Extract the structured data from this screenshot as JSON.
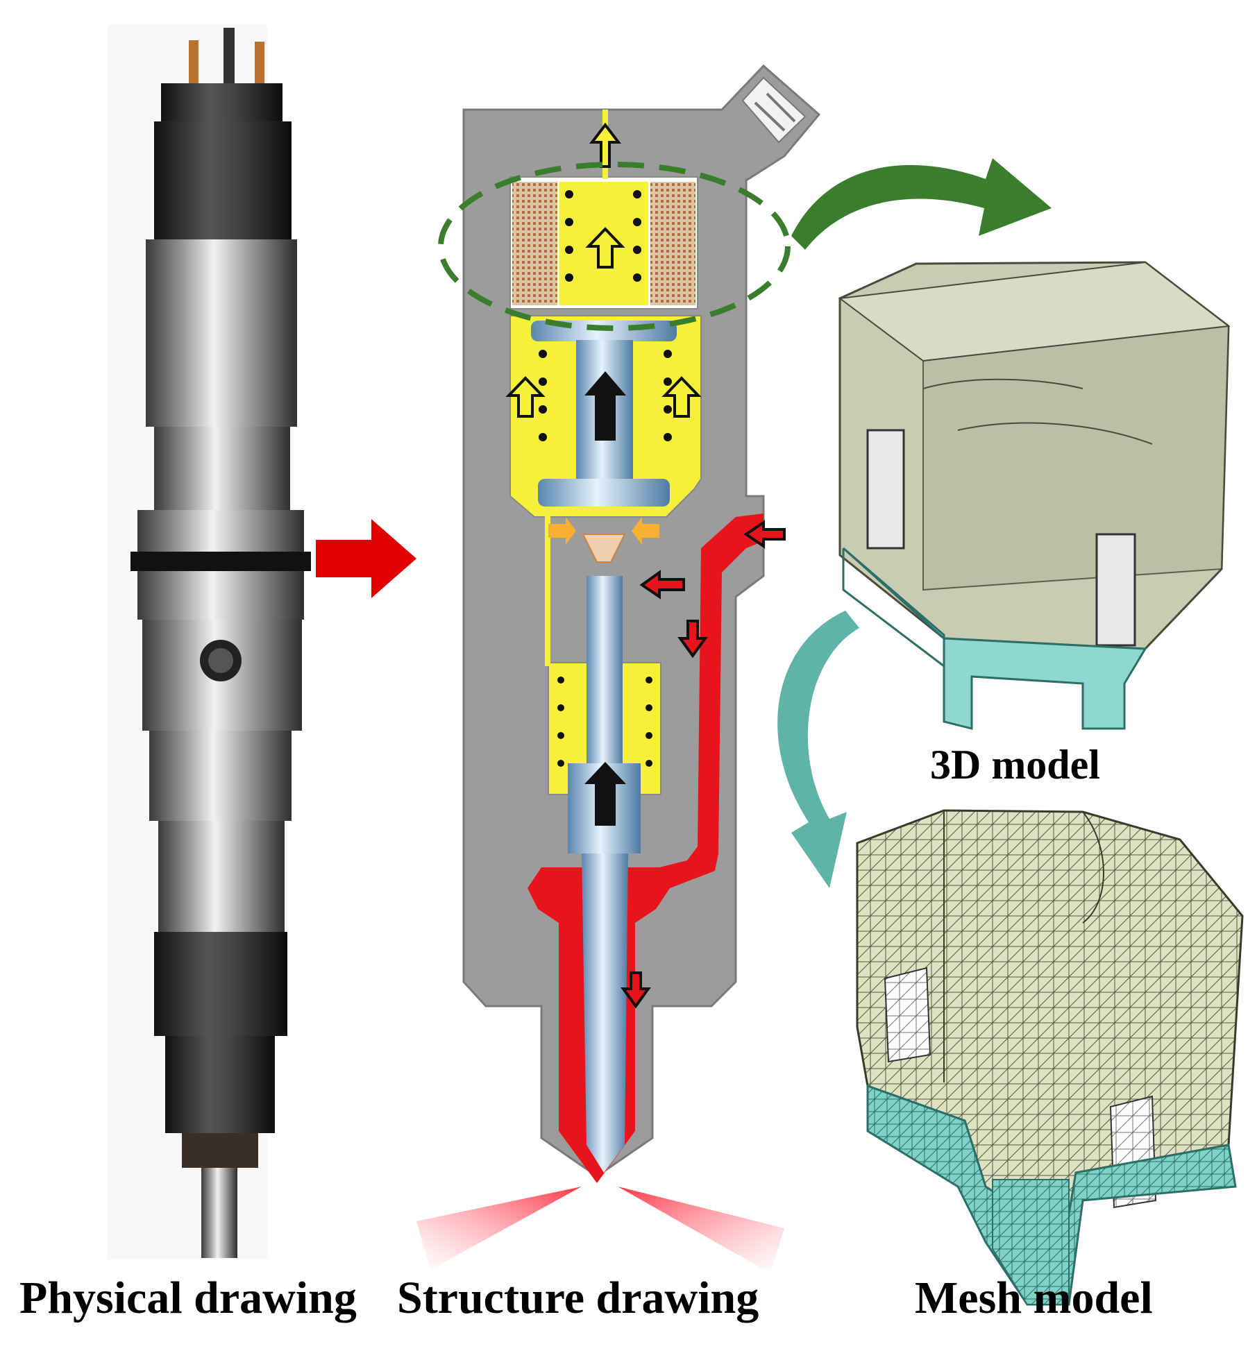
{
  "captions": {
    "physical": "Physical drawing",
    "structure": "Structure drawing",
    "model3d": "3D model",
    "mesh": "Mesh model"
  },
  "colors": {
    "transition_arrow": "#e00000",
    "to_3d_arrow": "#3a7d2c",
    "to_mesh_arrow": "#5fb3a8",
    "fuel_high_pressure": "#e8141b",
    "low_pressure_zone": "#f6f03a",
    "body_gray": "#9c9c9c",
    "mesh_top": "#dfe2c2",
    "mesh_bottom": "#7fd2c8"
  },
  "icons": {
    "transition": "arrow-right-icon",
    "to_3d": "curved-arrow-icon",
    "to_mesh": "curved-arrow-icon",
    "flow": "hollow-arrow-icon"
  }
}
